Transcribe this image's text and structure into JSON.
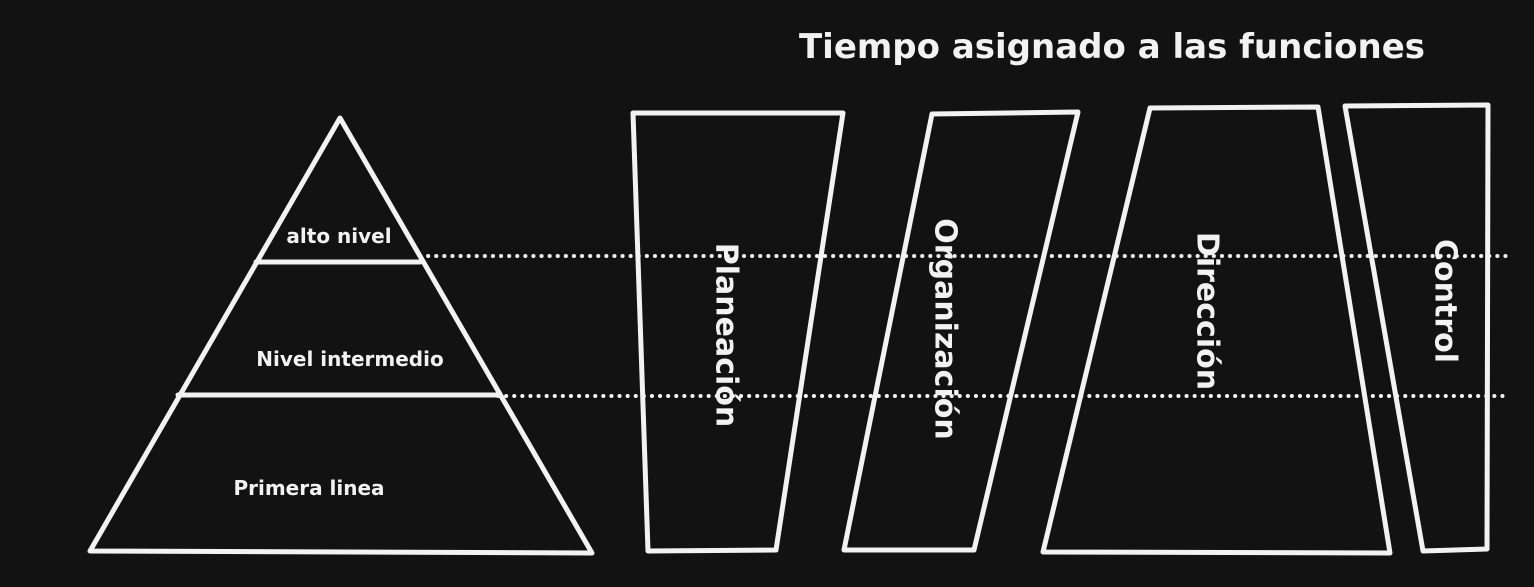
{
  "title": "Tiempo asignado a las funciones",
  "pyramid": {
    "levels": [
      {
        "label": "alto nivel"
      },
      {
        "label": "Nivel intermedio"
      },
      {
        "label": "Primera linea"
      }
    ]
  },
  "functions": [
    {
      "label": "Planeación"
    },
    {
      "label": "Organización"
    },
    {
      "label": "Dirección"
    },
    {
      "label": "Control"
    }
  ],
  "colors": {
    "background": "#121212",
    "stroke": "#f2f2f2"
  }
}
